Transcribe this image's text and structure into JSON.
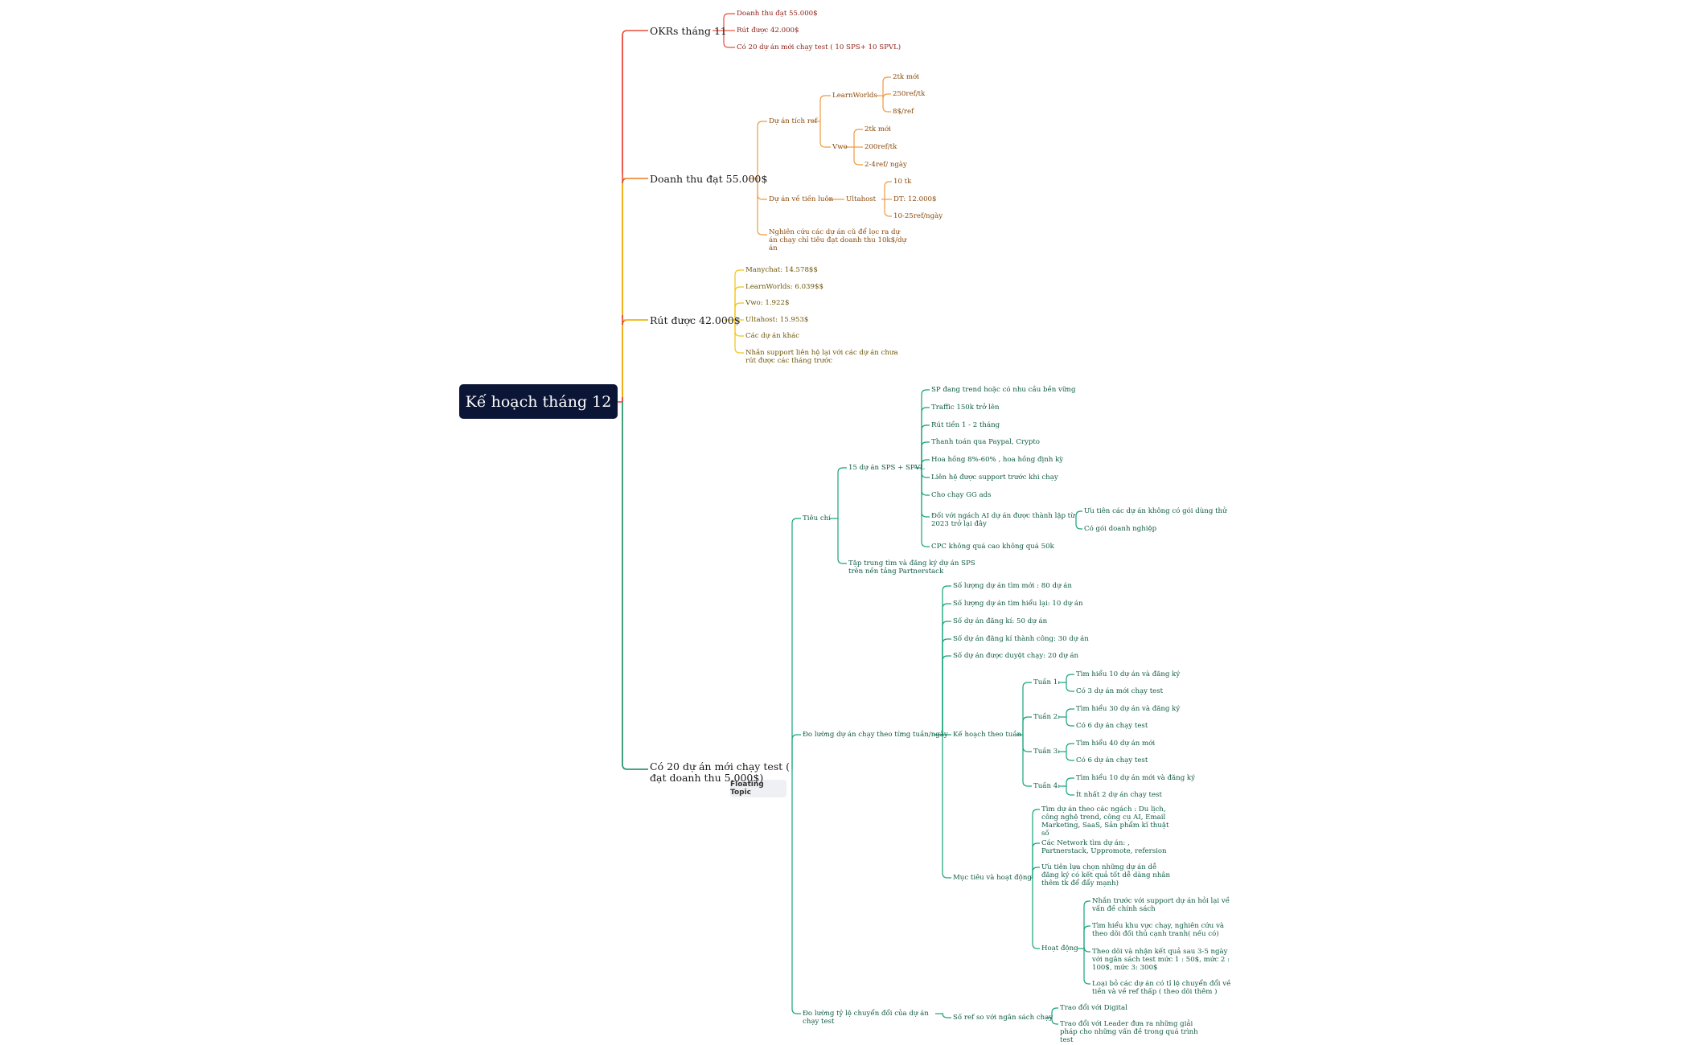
{
  "colors": {
    "red": "#e74c3c",
    "orange": "#ee9a40",
    "yellow": "#f2c40d",
    "green": "#16a37a",
    "root_bg": "#0b1535"
  },
  "root": "Kế hoạch tháng 12",
  "floating_topic": "Floating Topic",
  "okrs": {
    "title": "OKRs tháng 11",
    "items": [
      "Doanh thu đạt 55.000$",
      "Rút được 42.000$",
      "Có 20 dự án mới chạy test ( 10 SPS+ 10 SPVL)"
    ]
  },
  "revenue": {
    "title": "Doanh thu đạt 55.000$",
    "tich_ref": {
      "label": "Dự án tích ref",
      "learnworlds": {
        "label": "LearnWorlds",
        "items": [
          "2tk mới",
          "250ref/tk",
          "8$/ref"
        ]
      },
      "vwo": {
        "label": "Vwo",
        "items": [
          "2tk mới",
          "200ref/tk",
          "2-4ref/ ngày"
        ]
      }
    },
    "tien_luon": {
      "label": "Dự án về tiền luôn",
      "ultahost": {
        "label": "Ultahost",
        "items": [
          "10 tk",
          "DT: 12.000$",
          "10-25ref/ngày"
        ]
      }
    },
    "research": "Nghiên cứu các dự án cũ để lọc ra dự án chạy chỉ tiêu đạt doanh thu 10k$/dự án"
  },
  "withdraw": {
    "title": "Rút được 42.000$",
    "items": [
      "Manychat: 14.578$$",
      "LearnWorlds: 6.039$$",
      "Vwo: 1.922$",
      "Ultahost: 15.953$",
      "Các dự án khác",
      "Nhắn support liên hệ lại với các dự án chưa rút được các tháng trước"
    ]
  },
  "projects": {
    "title": "Có 20 dự án mới chạy test ( đạt doanh thu 5.000$)",
    "tieu_chi": {
      "label": "Tiêu chí",
      "sps": {
        "label": "15 dự án SPS + SPVL",
        "items": [
          "SP đang trend hoặc có nhu cầu bền vững",
          "Traffic 150k trở lên",
          "Rút tiền 1 - 2 tháng",
          "Thanh toán qua Paypal, Crypto",
          " Hoa hồng 8%-60% , hoa hồng định kỳ",
          "Liên hệ được support trước khi chạy",
          "Cho chạy GG ads"
        ],
        "ai": {
          "label": "Đối với ngách AI dự án được thành lập từ 2023 trở lại đây",
          "items": [
            "Ưu tiên các dự án không có gói dùng thử",
            "Có gói doanh nghiệp"
          ]
        },
        "cpc": "CPC không quá cao không quá 50k"
      },
      "partnerstack": "Tập trung tìm và đăng ký dự án SPS trên nền tảng Partnerstack"
    },
    "do_luong": {
      "label": "Đo lường dự án chạy theo từng tuần/ngày",
      "counts": [
        "Số lượng dự án tìm mới : 80 dự án",
        "Số lượng dự án tìm hiểu lại: 10 dự án",
        "Số dự án đăng kí: 50 dự án",
        "Số dự án đăng kí thành công: 30 dự án",
        "Số dự án được duyệt chạy: 20 dự án"
      ],
      "ke_hoach": {
        "label": "Kế hoạch theo tuần",
        "weeks": [
          {
            "label": "Tuần 1:",
            "items": [
              "Tìm hiểu 10 dự án và đăng ký",
              "Có 3 dự án mới chạy test"
            ]
          },
          {
            "label": "Tuần 2:",
            "items": [
              "Tìm hiểu 30 dự án và đăng ký",
              "Có 6 dự án chạy test"
            ]
          },
          {
            "label": "Tuần 3:",
            "items": [
              "Tìm hiểu 40 dự án mới",
              "Có 6 dự án chạy test"
            ]
          },
          {
            "label": "Tuần 4:",
            "items": [
              "Tìm hiểu 10 dự án mới và đăng ký",
              "Ít nhất 2 dự án chạy test"
            ]
          }
        ]
      },
      "muc_tieu": {
        "label": "Mục tiêu và hoạt động",
        "items": [
          "Tìm dự án theo các ngách : Du lịch, công nghệ trend, công cụ AI, Email Marketing, SaaS, Sản phẩm kĩ thuật số",
          "Các Network tìm dự án: , Partnerstack, Uppromote, refersion",
          "Ưu tiên lựa chọn những dự án dễ đăng ký có kết quả tốt dễ dàng nhân thêm tk để đẩy mạnh)"
        ],
        "hoat_dong": {
          "label": "Hoạt động",
          "items": [
            "Nhắn trước với support dự án hỏi lại về vấn đề chính sách",
            "Tìm hiểu khu vực chạy, nghiên cứu và theo dõi đối thủ cạnh tranh( nếu có)",
            "Theo dõi và nhận kết quả sau 3-5 ngày với ngân sách test mức 1 : 50$, mức 2 : 100$, mức 3: 300$",
            "Loại bỏ các dự án có tỉ lệ chuyển đổi về tiền và về ref thấp ( theo dõi thêm )"
          ]
        }
      }
    },
    "ty_le": {
      "label": "Đo lường tỷ lệ chuyển đổi của dự án chạy test",
      "so_ref": {
        "label": "Số ref so với ngân sách chạy",
        "items": [
          "Trao đổi với Digital",
          "Trao đổi với Leader đưa ra những giải pháp cho những vấn đề trong quá trình test"
        ]
      }
    }
  }
}
